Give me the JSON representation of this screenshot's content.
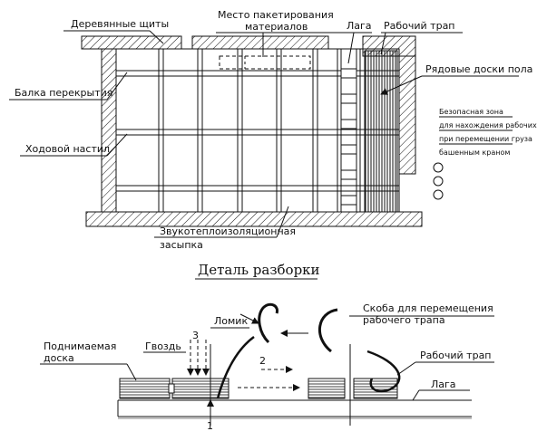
{
  "top_labels": {
    "wood_boards": "Деревянные щиты",
    "packing_place_1": "Место пакетирования",
    "packing_place_2": "материалов",
    "log": "Лага",
    "work_ladder": "Рабочий трап",
    "floor_boards": "Рядовые доски пола",
    "beam": "Балка перекрытия",
    "walkway": "Ходовой настил",
    "insulation_1": "Звукотеплоизоляционная",
    "insulation_2": "засыпка",
    "safe_zone": [
      "Безопасная зона",
      "для нахождения рабочих",
      "при перемещении груза",
      "башенным краном"
    ]
  },
  "detail": {
    "title": "Деталь разборки",
    "crowbar": "Ломик",
    "nail": "Гвоздь",
    "lifted_board_1": "Поднимаемая",
    "lifted_board_2": "доска",
    "num_1": "1",
    "num_2": "2",
    "num_3": "3",
    "bracket_1": "Скоба для перемещения",
    "bracket_2": "рабочего трапа",
    "work_ladder": "Рабочий трап",
    "log": "Лага"
  }
}
